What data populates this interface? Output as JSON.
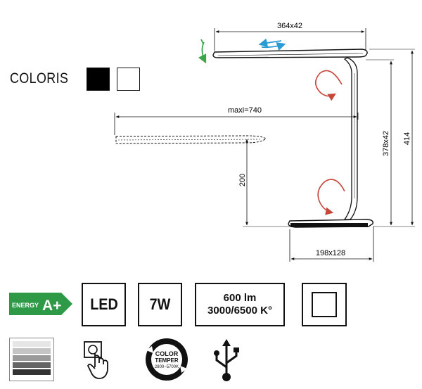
{
  "colors": {
    "label": "COLORIS",
    "swatches": [
      "#000000",
      "#ffffff"
    ]
  },
  "dimensions": {
    "head": "364x42",
    "reach": "maxi=740",
    "stand": "378x42",
    "height": "414",
    "lift": "200",
    "base": "198x128"
  },
  "specs": {
    "energy_word": "ENERGY",
    "energy_class": "A+",
    "source": "LED",
    "power": "7W",
    "flux": "600 lm",
    "temperature": "3000/6500 K°"
  },
  "features": {
    "color_temp_word1": "COLOR",
    "color_temp_word2": "TEMPER",
    "color_temp_range": "2800~5700K"
  },
  "palette": {
    "energy_green": "#2e9a48",
    "rotate_red": "#c8453a",
    "rotate_blue": "#2a9ad3",
    "tilt_green": "#39a64a"
  }
}
